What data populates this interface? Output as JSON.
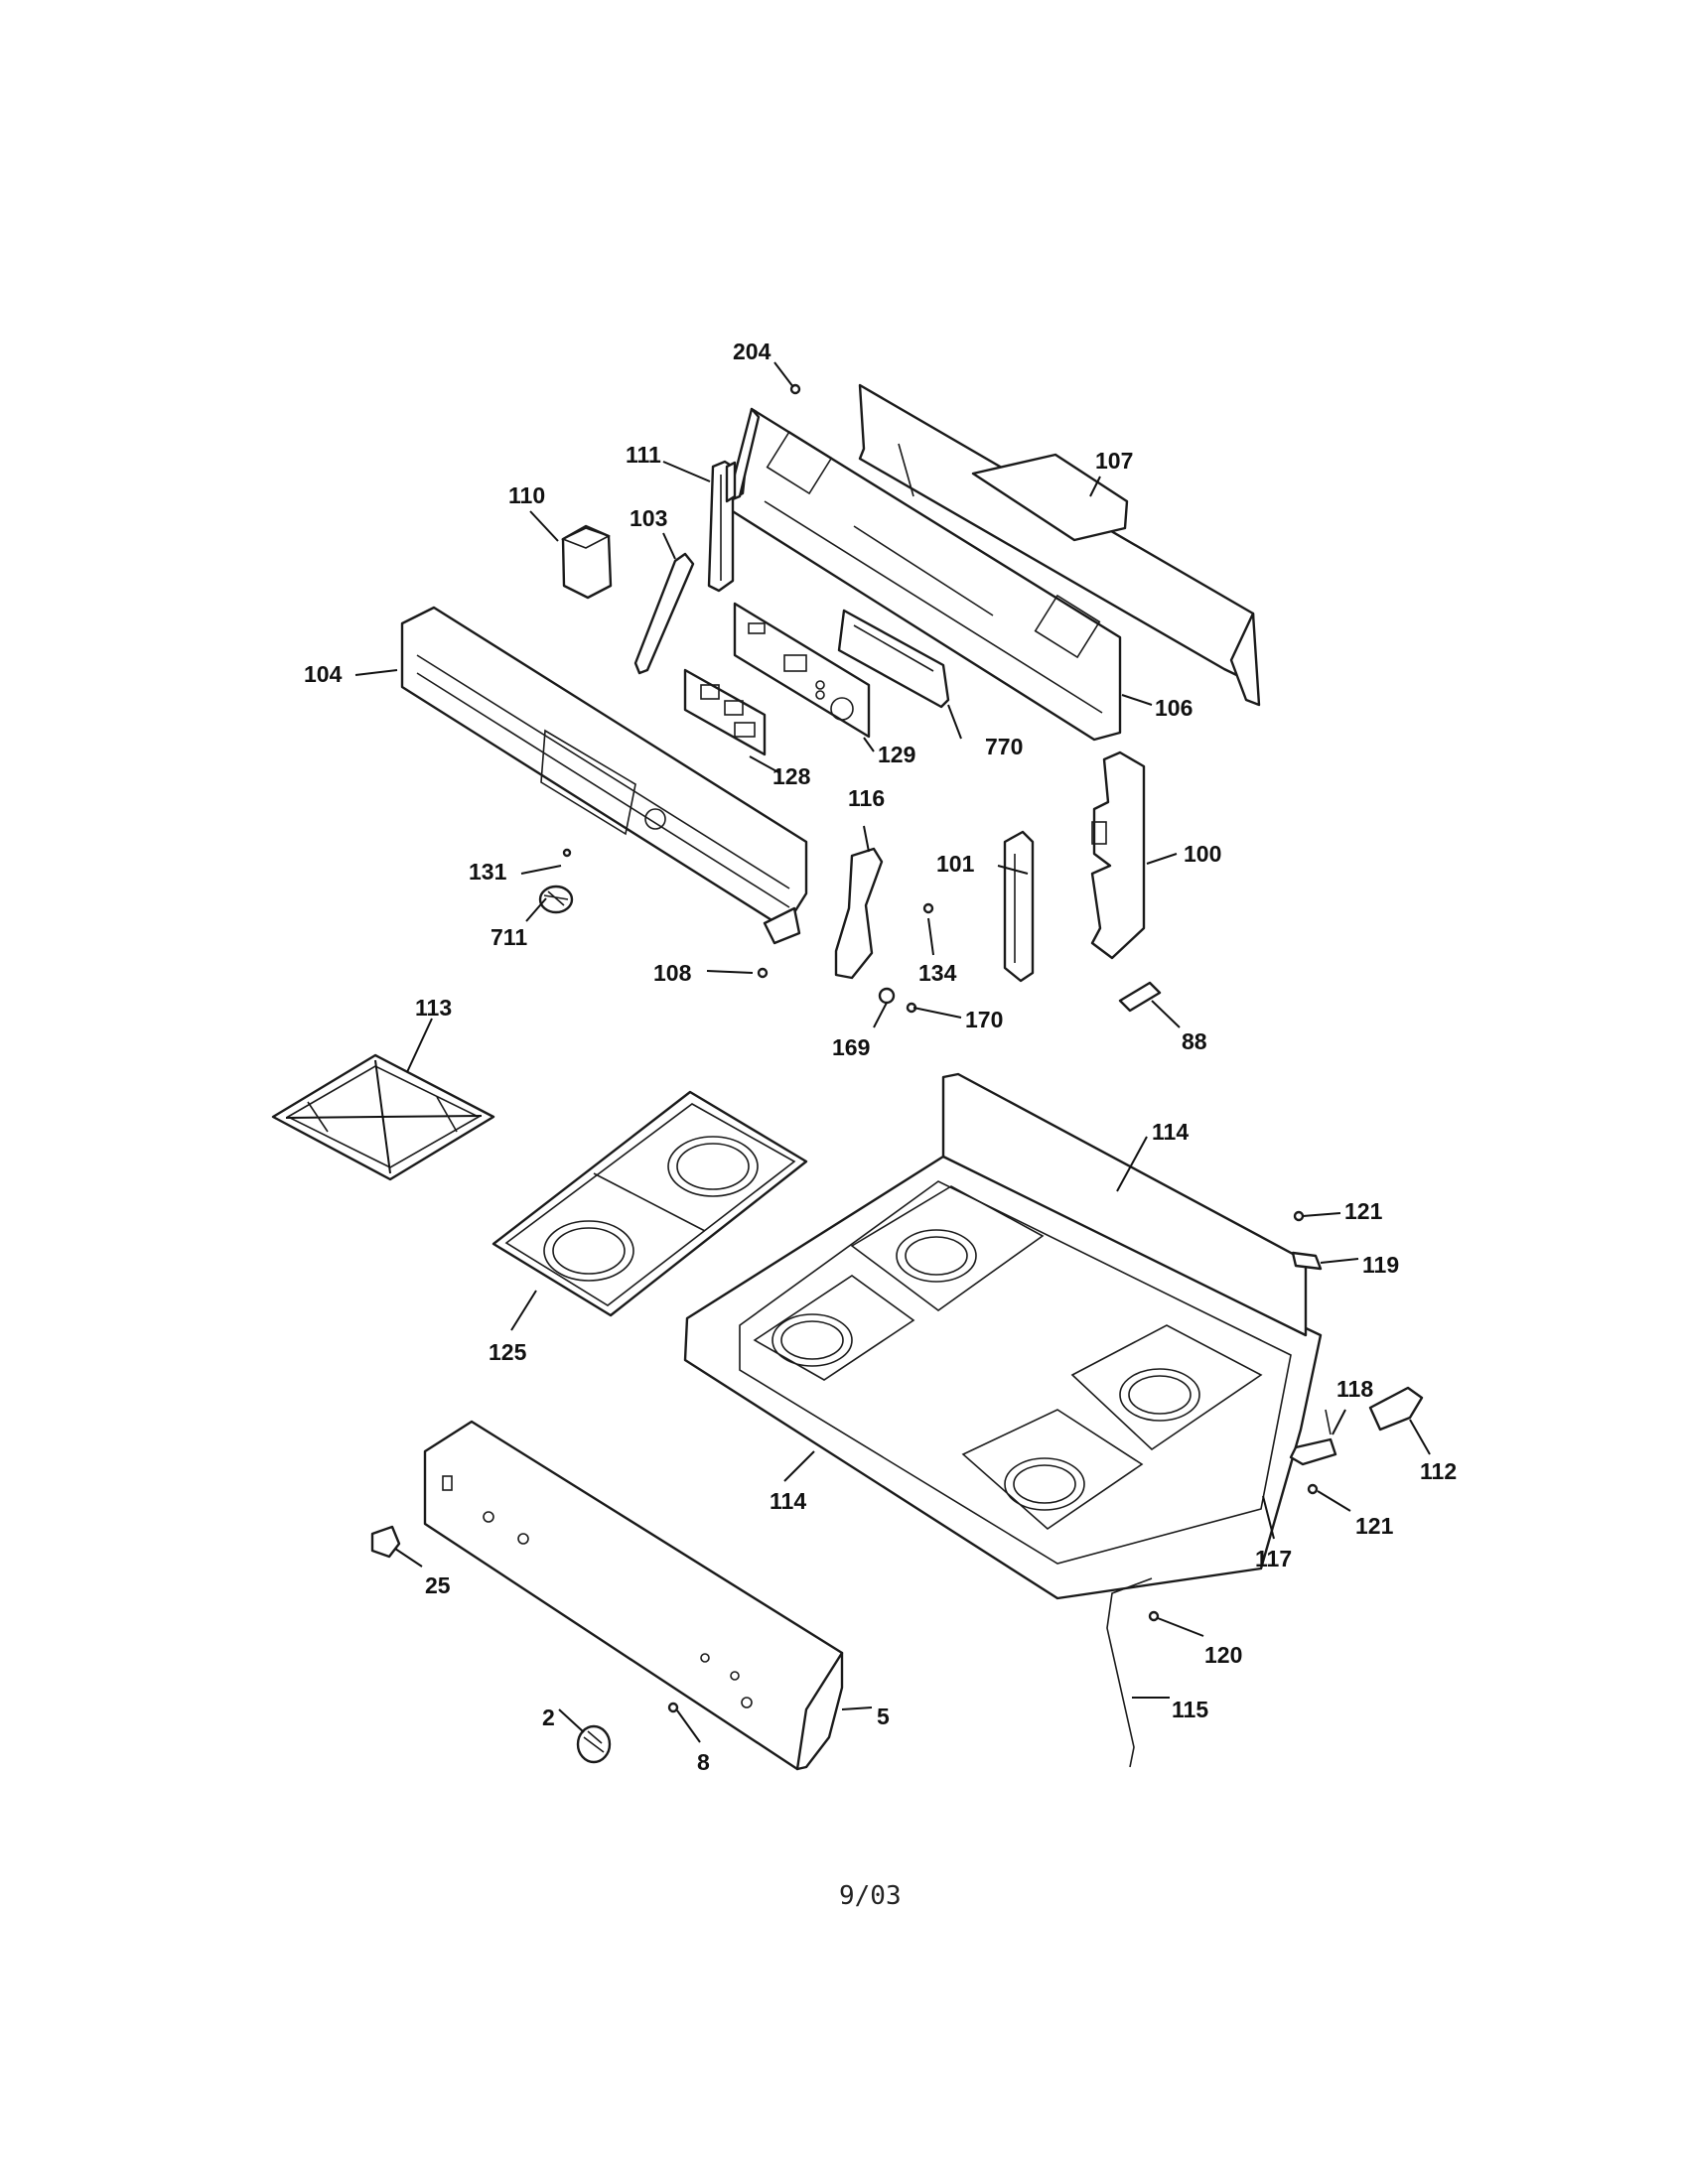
{
  "diagram": {
    "labels": {
      "p204": "204",
      "p111": "111",
      "p110": "110",
      "p103": "103",
      "p107": "107",
      "p104": "104",
      "p106": "106",
      "p128": "128",
      "p129": "129",
      "p770": "770",
      "p116": "116",
      "p131": "131",
      "p711": "711",
      "p101": "101",
      "p100": "100",
      "p134": "134",
      "p108": "108",
      "p170": "170",
      "p169": "169",
      "p88": "88",
      "p113": "113",
      "p114a": "114",
      "p121a": "121",
      "p119": "119",
      "p125": "125",
      "p118": "118",
      "p112": "112",
      "p114b": "114",
      "p121b": "121",
      "p117": "117",
      "p25": "25",
      "p120": "120",
      "p115": "115",
      "p2": "2",
      "p5": "5",
      "p8": "8"
    },
    "footer": "9/03"
  }
}
